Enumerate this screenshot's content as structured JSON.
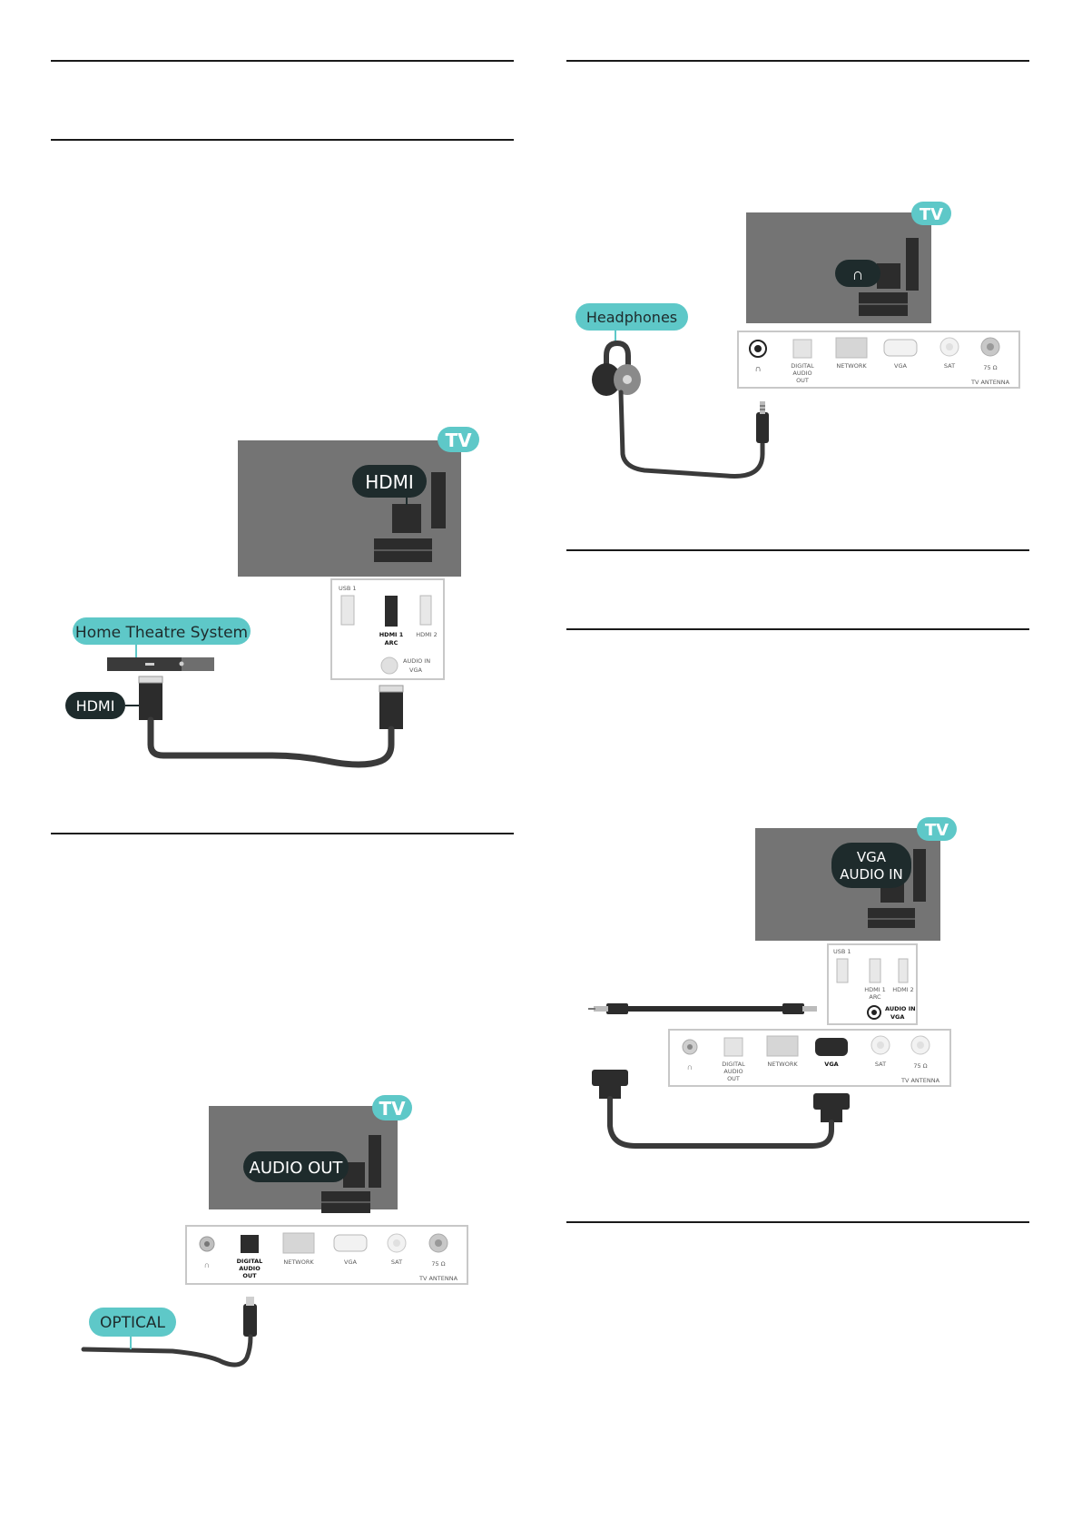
{
  "colors": {
    "tv_body": "#747474",
    "panel_dark": "#2c2c2c",
    "label_dark": "#1e2b2c",
    "teal": "#5ec8c8",
    "cable": "#3a3a3a",
    "rule": "#1a1a1a"
  },
  "diagrams": {
    "hdmi_arc": {
      "tv_badge": "TV",
      "tv_port_label": "HDMI",
      "device_label": "Home Theatre System",
      "cable_label": "HDMI",
      "ports": {
        "usb": "USB 1",
        "hdmi1_line1": "HDMI 1",
        "hdmi1_line2": "ARC",
        "hdmi2": "HDMI 2",
        "audio_in_line1": "AUDIO IN",
        "audio_in_line2": "VGA"
      }
    },
    "optical": {
      "tv_badge": "TV",
      "tv_port_label": "AUDIO OUT",
      "cable_label": "OPTICAL",
      "ports": {
        "digital_line1": "DIGITAL",
        "digital_line2": "AUDIO",
        "digital_line3": "OUT",
        "network": "NETWORK",
        "vga": "VGA",
        "sat": "SAT",
        "antenna_line1": "75 Ω",
        "antenna_line2": "TV ANTENNA"
      }
    },
    "headphones": {
      "tv_badge": "TV",
      "device_label": "Headphones",
      "ports": {
        "digital_line1": "DIGITAL",
        "digital_line2": "AUDIO",
        "digital_line3": "OUT",
        "network": "NETWORK",
        "vga": "VGA",
        "sat": "SAT",
        "antenna_line1": "75 Ω",
        "antenna_line2": "TV ANTENNA"
      }
    },
    "vga": {
      "tv_badge": "TV",
      "tv_port_label_line1": "VGA",
      "tv_port_label_line2": "AUDIO IN",
      "ports": {
        "usb": "USB 1",
        "hdmi1_line1": "HDMI 1",
        "hdmi1_line2": "ARC",
        "hdmi2": "HDMI 2",
        "audio_in_line1": "AUDIO IN",
        "audio_in_line2": "VGA",
        "digital_line1": "DIGITAL",
        "digital_line2": "AUDIO",
        "digital_line3": "OUT",
        "network": "NETWORK",
        "vga": "VGA",
        "sat": "SAT",
        "antenna_line1": "75 Ω",
        "antenna_line2": "TV ANTENNA"
      }
    }
  }
}
